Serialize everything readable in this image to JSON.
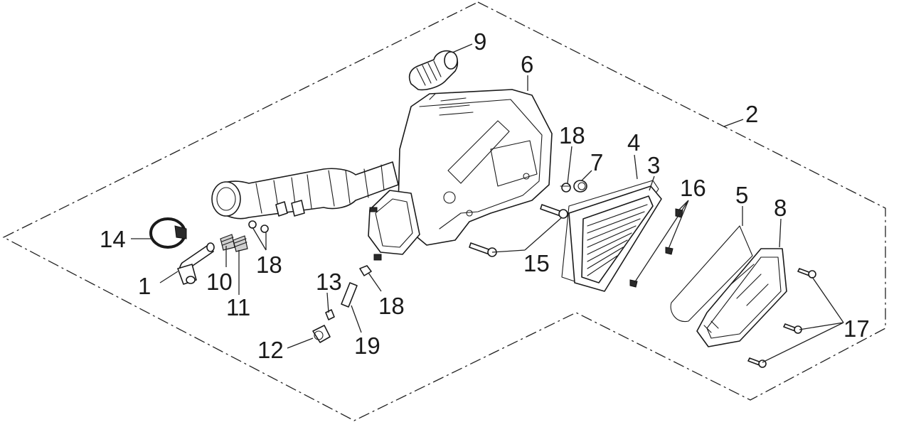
{
  "callouts": {
    "c1": "1",
    "c2": "2",
    "c3": "3",
    "c4": "4",
    "c5": "5",
    "c6": "6",
    "c7": "7",
    "c8": "8",
    "c9": "9",
    "c10": "10",
    "c11": "11",
    "c12": "12",
    "c13": "13",
    "c14": "14",
    "c15": "15",
    "c16": "16",
    "c17": "17",
    "c18a": "18",
    "c18b": "18",
    "c18c": "18",
    "c19": "19"
  },
  "colors": {
    "line": "#1a1a1a",
    "background": "#ffffff",
    "shade": "#cfcfcf"
  }
}
